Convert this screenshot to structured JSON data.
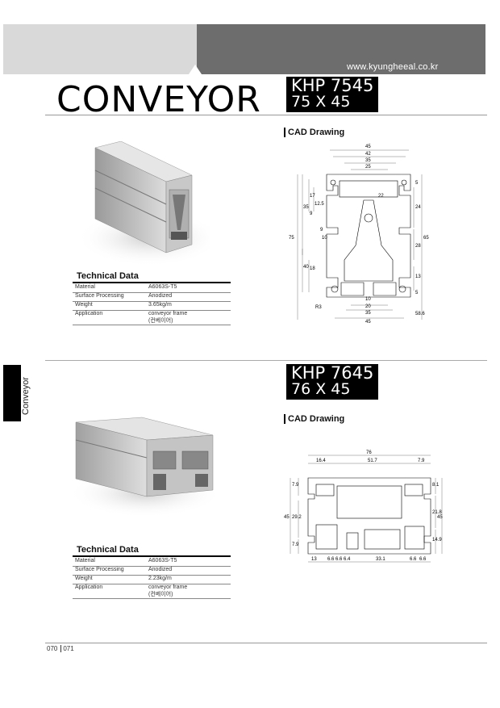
{
  "header": {
    "url": "www.kyungheeal.co.kr",
    "category_title": "CONVEYOR"
  },
  "products": [
    {
      "model": "KHP 7545",
      "size": "75 X 45",
      "cad_label": "CAD Drawing",
      "tech_title": "Technical Data",
      "tech_rows": [
        {
          "key": "Material",
          "value": "A6063S-T5"
        },
        {
          "key": "Surface Processing",
          "value": "Anodized"
        },
        {
          "key": "Weight",
          "value": "3.65kg/m"
        },
        {
          "key": "Application",
          "value": "conveyor frame",
          "value2": "(컨베이어)"
        }
      ],
      "dimensions": {
        "top": [
          "45",
          "42",
          "35",
          "25"
        ],
        "left": [
          "35",
          "17",
          "12.5",
          "9",
          "75",
          "40",
          "18",
          "9"
        ],
        "middle": [
          "22",
          "10",
          "10",
          "20",
          "35",
          "45"
        ],
        "right": [
          "5",
          "24",
          "28",
          "13",
          "5",
          "65"
        ],
        "corners": [
          "R3",
          "58.6"
        ]
      }
    },
    {
      "model": "KHP 7645",
      "size": "76 X 45",
      "cad_label": "CAD Drawing",
      "tech_title": "Technical Data",
      "tech_rows": [
        {
          "key": "Material",
          "value": "A6063S-T5"
        },
        {
          "key": "Surface Processing",
          "value": "Anodized"
        },
        {
          "key": "Weight",
          "value": "2.23kg/m"
        },
        {
          "key": "Application",
          "value": "conveyor frame",
          "value2": "(컨베이어)"
        }
      ],
      "dimensions": {
        "top": [
          "76",
          "16.4",
          "51.7",
          "7.9"
        ],
        "left": [
          "7.9",
          "29.2",
          "45",
          "7.9"
        ],
        "right": [
          "8.1",
          "21.8",
          "45",
          "14.9"
        ],
        "bottom": [
          "13",
          "6.6",
          "6.6",
          "6.4",
          "33.1",
          "6.6",
          "6.6"
        ]
      }
    }
  ],
  "side_tab": {
    "label": "Conveyor"
  },
  "footer": {
    "page_left": "070",
    "page_right": "071"
  }
}
